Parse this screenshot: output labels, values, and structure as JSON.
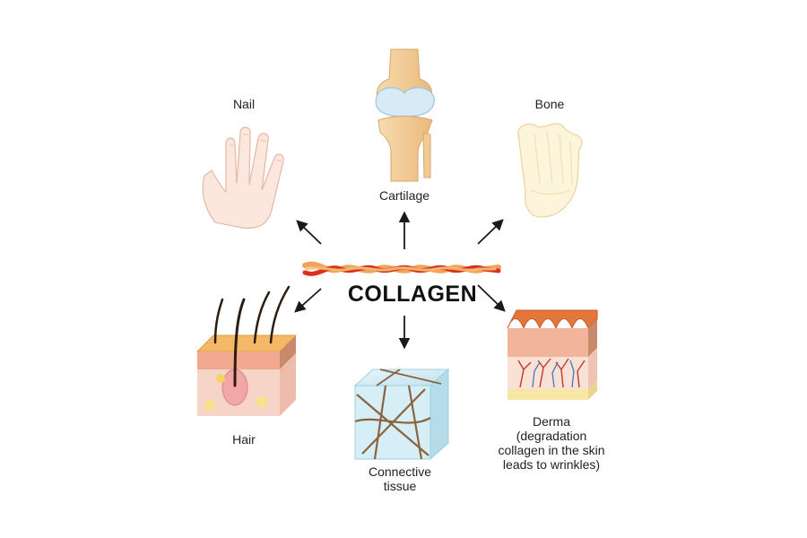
{
  "diagram": {
    "center_label": "COLLAGEN",
    "nodes": {
      "nail": {
        "label_lines": [
          "Nail"
        ]
      },
      "cartilage": {
        "label_lines": [
          "Cartilage"
        ]
      },
      "bone": {
        "label_lines": [
          "Bone"
        ]
      },
      "hair": {
        "label_lines": [
          "Hair"
        ]
      },
      "connective": {
        "label_lines": [
          "Connective",
          "tissue"
        ]
      },
      "derma": {
        "label_lines": [
          "Derma",
          "(degradation",
          "collagen in the skin",
          "leads to wrinkles)"
        ]
      }
    }
  },
  "colors": {
    "arrow": "#1a1a1a",
    "fiber_red": "#d8321f",
    "fiber_orange": "#f0a35a",
    "skin": "#f7c6b4",
    "cube": "#cfe9f3"
  }
}
